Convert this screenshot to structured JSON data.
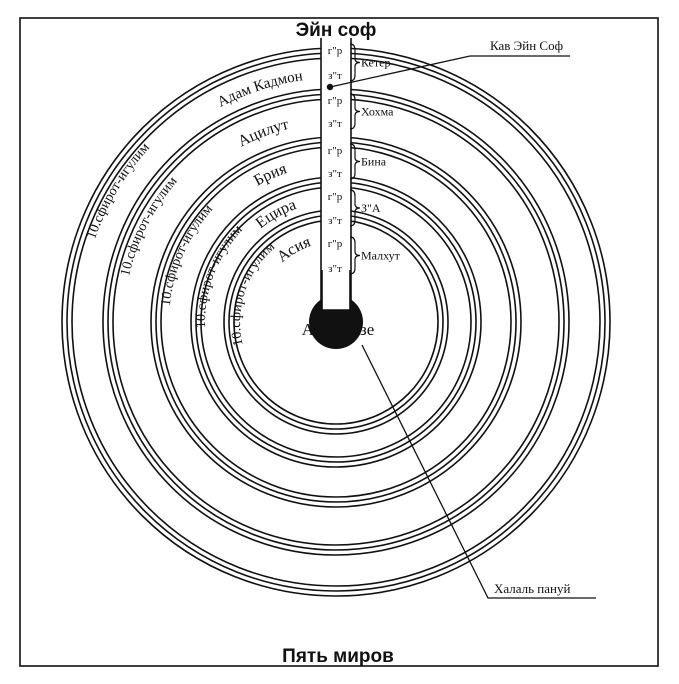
{
  "title": "Эйн соф",
  "caption": "Пять миров",
  "kav_label": "Кав Эйн Соф",
  "halal_label": "Халаль пануй",
  "center_label": "Аолам азе",
  "ring_worlds": [
    {
      "world": "Адам Кадмон",
      "sfirot": "10.сфирот-игулим"
    },
    {
      "world": "Ацилут",
      "sfirot": "10.сфирот-игулим"
    },
    {
      "world": "Брия",
      "sfirot": "10.сфирот-игулим"
    },
    {
      "world": "Ецира",
      "sfirot": "10.сфирот-игулим"
    },
    {
      "world": "Асия",
      "sfirot": "10.сфирот-игулим"
    }
  ],
  "levels": [
    {
      "top": "г\"р",
      "bottom": "з\"т",
      "sfira": "Кетер"
    },
    {
      "top": "г\"р",
      "bottom": "з\"т",
      "sfira": "Хохма"
    },
    {
      "top": "г\"р",
      "bottom": "з\"т",
      "sfira": "Бина"
    },
    {
      "top": "г\"р",
      "bottom": "з\"т",
      "sfira": "З\"А"
    },
    {
      "top": "г\"р",
      "bottom": "з\"т",
      "sfira": "Малхут"
    }
  ],
  "colors": {
    "ink": "#111111",
    "paper": "#ffffff"
  }
}
